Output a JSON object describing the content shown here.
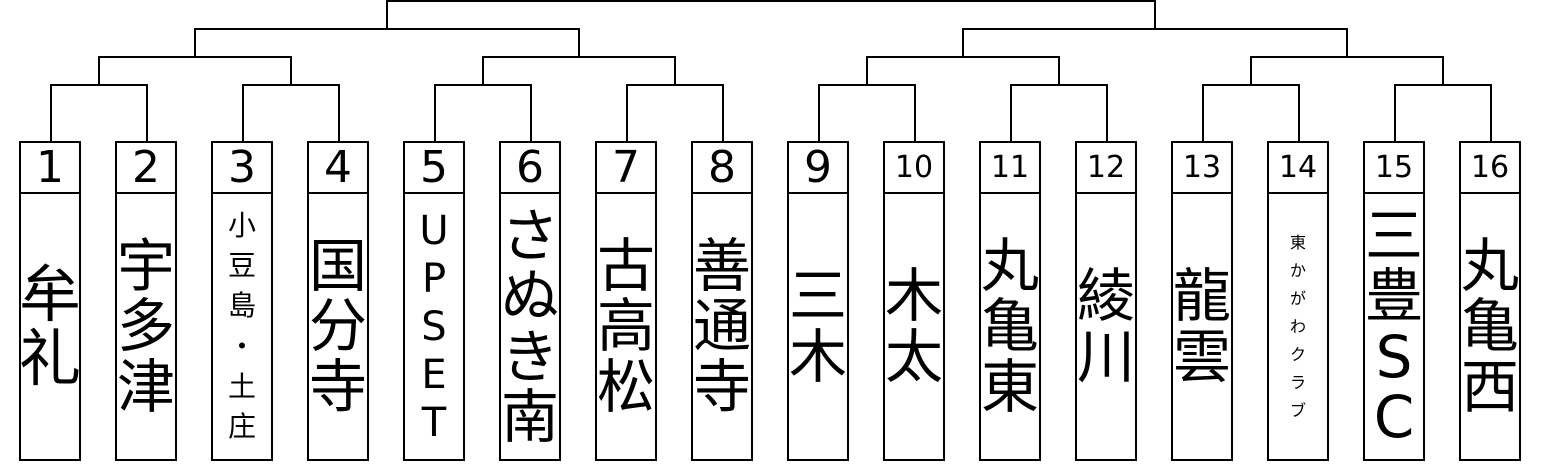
{
  "teams": [
    {
      "seed": "1",
      "name": "牟礼"
    },
    {
      "seed": "2",
      "name": "宇多津"
    },
    {
      "seed": "3",
      "name": "小豆島・土庄"
    },
    {
      "seed": "4",
      "name": "国分寺"
    },
    {
      "seed": "5",
      "name": "UPSET"
    },
    {
      "seed": "6",
      "name": "さぬき南"
    },
    {
      "seed": "7",
      "name": "古高松"
    },
    {
      "seed": "8",
      "name": "善通寺"
    },
    {
      "seed": "9",
      "name": "三木"
    },
    {
      "seed": "10",
      "name": "木太"
    },
    {
      "seed": "11",
      "name": "丸亀東"
    },
    {
      "seed": "12",
      "name": "綾川"
    },
    {
      "seed": "13",
      "name": "龍雲"
    },
    {
      "seed": "14",
      "name": "東かがわクラブ"
    },
    {
      "seed": "15",
      "name": "三豊SC"
    },
    {
      "seed": "16",
      "name": "丸亀西"
    }
  ]
}
